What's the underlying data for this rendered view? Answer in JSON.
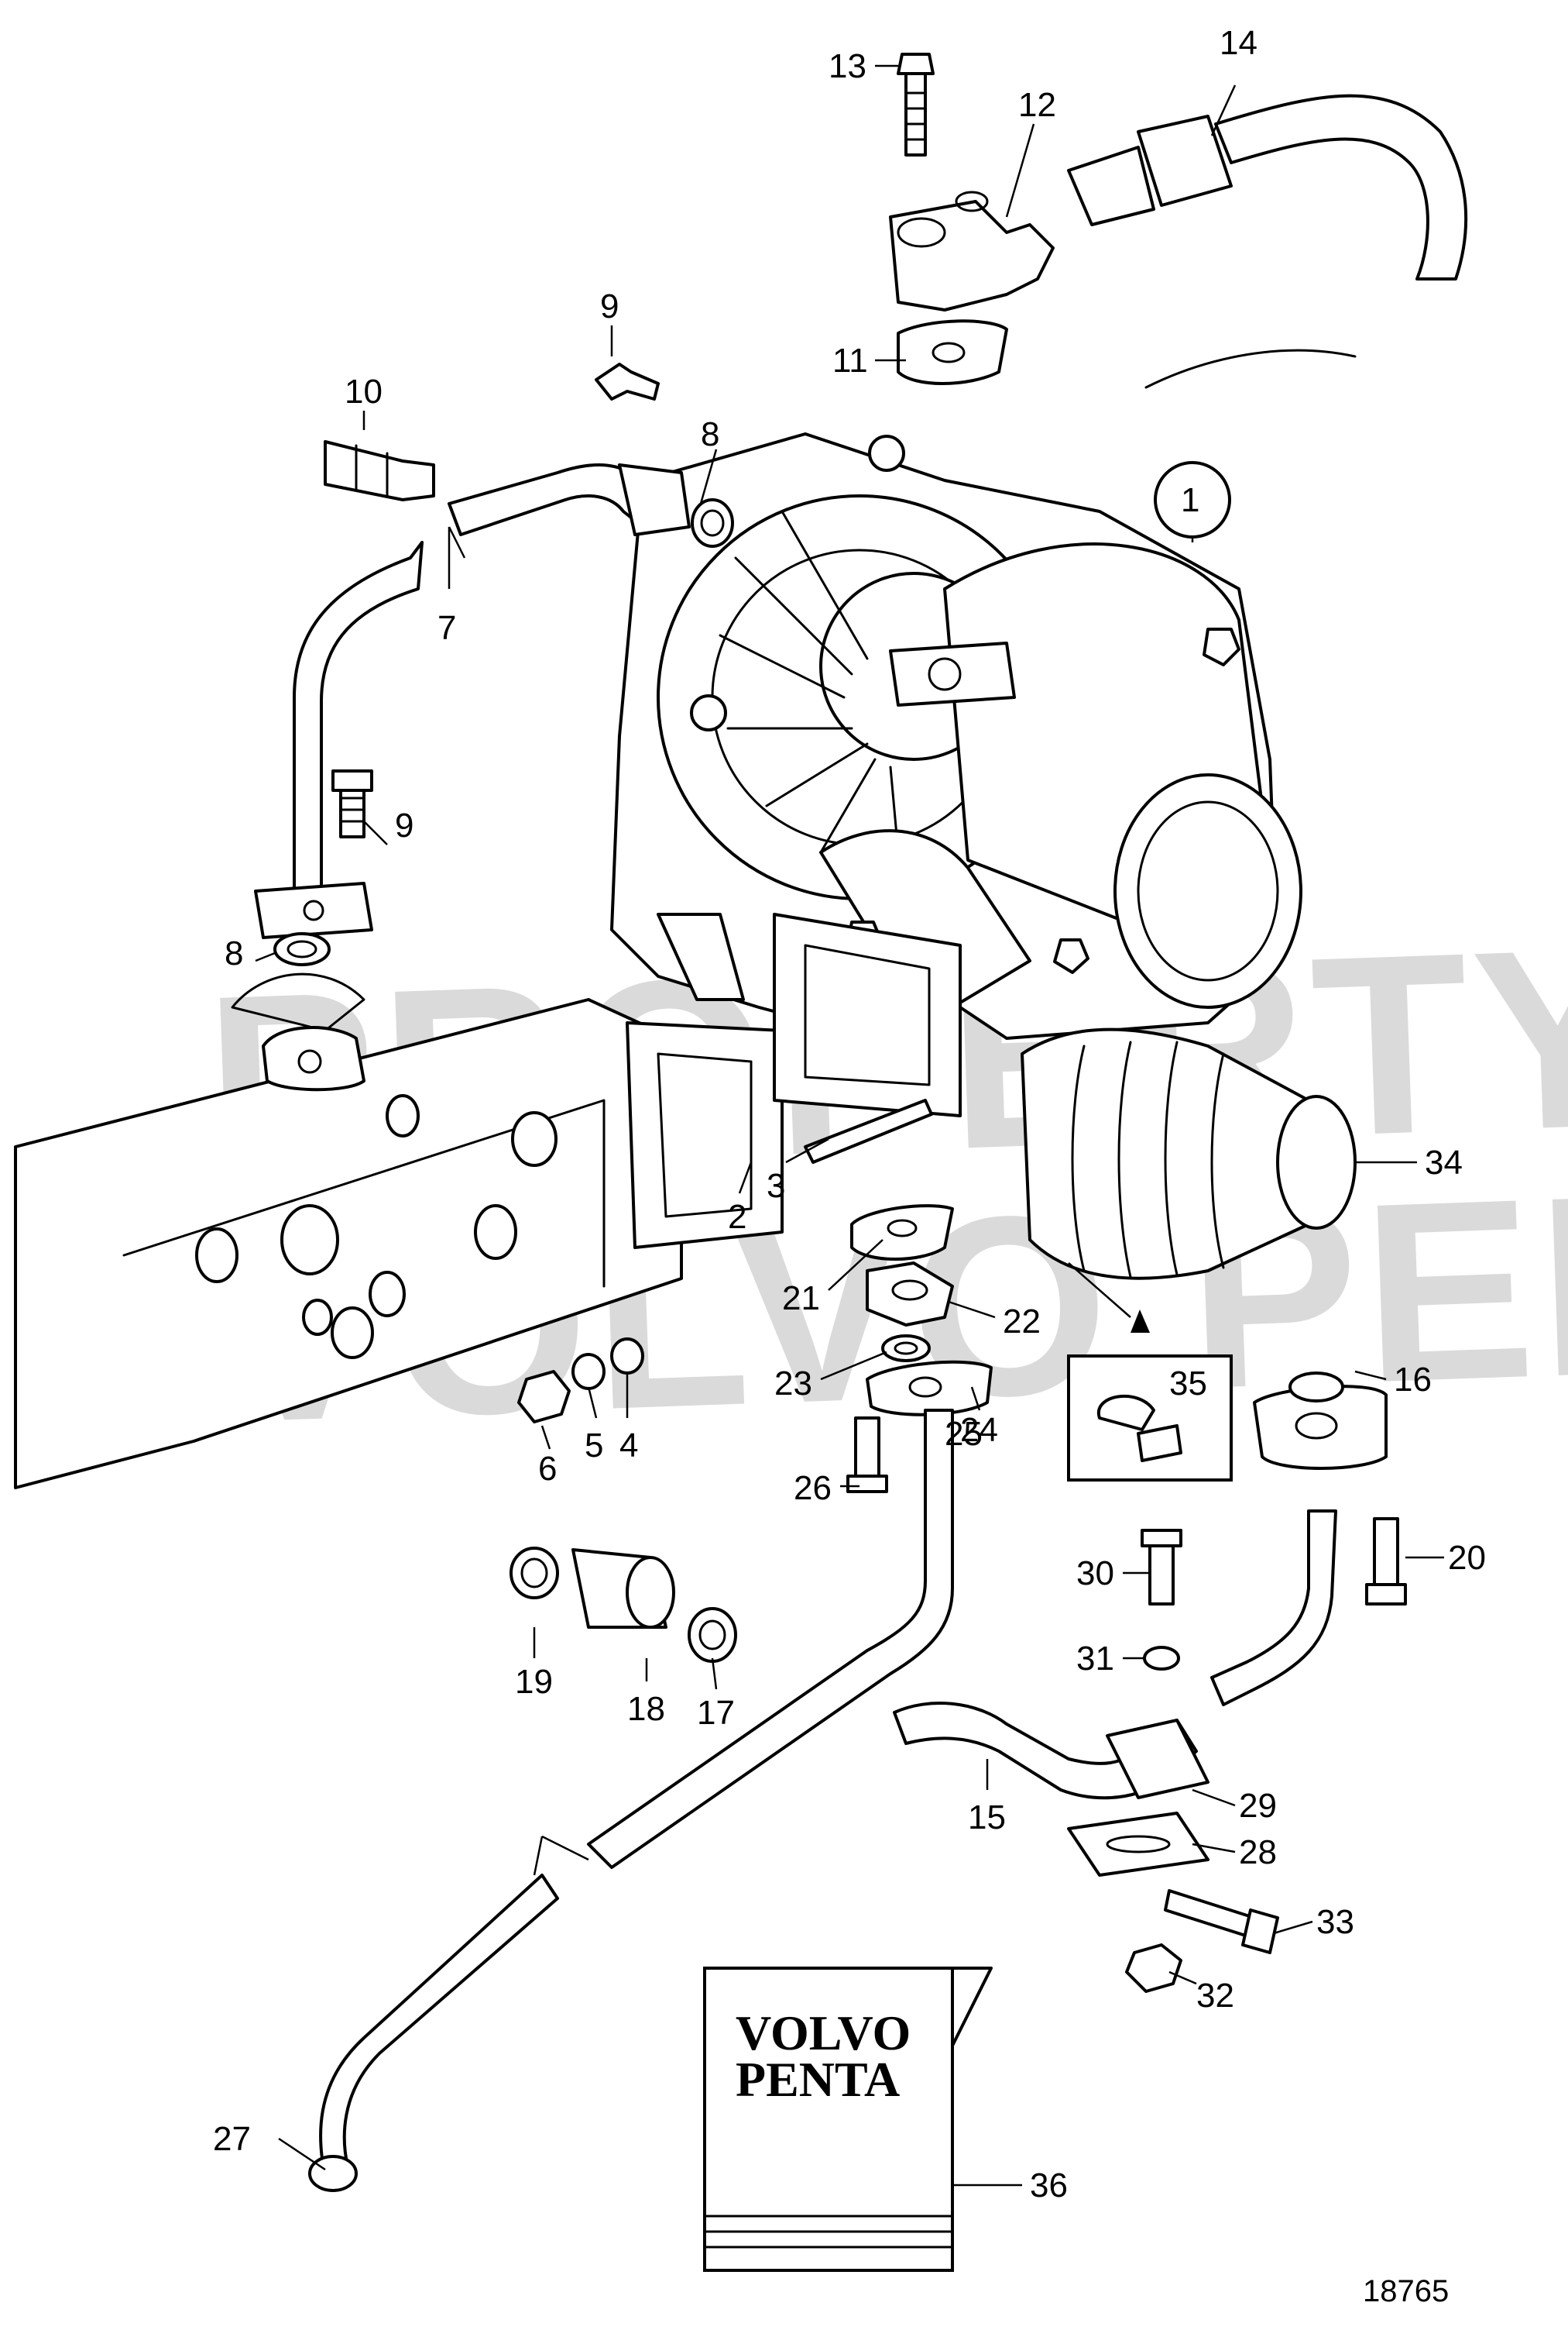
{
  "watermark": {
    "line1": "PROPERTY OF",
    "line2": "VOLVO PENTA"
  },
  "callouts": [
    {
      "id": "c1",
      "label": "1"
    },
    {
      "id": "c2",
      "label": "2"
    },
    {
      "id": "c3",
      "label": "3"
    },
    {
      "id": "c4",
      "label": "4"
    },
    {
      "id": "c5",
      "label": "5"
    },
    {
      "id": "c6",
      "label": "6"
    },
    {
      "id": "c7",
      "label": "7"
    },
    {
      "id": "c8a",
      "label": "8"
    },
    {
      "id": "c8b",
      "label": "8"
    },
    {
      "id": "c9a",
      "label": "9"
    },
    {
      "id": "c9b",
      "label": "9"
    },
    {
      "id": "c10",
      "label": "10"
    },
    {
      "id": "c11",
      "label": "11"
    },
    {
      "id": "c12",
      "label": "12"
    },
    {
      "id": "c13",
      "label": "13"
    },
    {
      "id": "c14",
      "label": "14"
    },
    {
      "id": "c15",
      "label": "15"
    },
    {
      "id": "c16",
      "label": "16"
    },
    {
      "id": "c17",
      "label": "17"
    },
    {
      "id": "c18",
      "label": "18"
    },
    {
      "id": "c19",
      "label": "19"
    },
    {
      "id": "c20",
      "label": "20"
    },
    {
      "id": "c21",
      "label": "21"
    },
    {
      "id": "c22",
      "label": "22"
    },
    {
      "id": "c23",
      "label": "23"
    },
    {
      "id": "c24",
      "label": "24"
    },
    {
      "id": "c25",
      "label": "25"
    },
    {
      "id": "c26",
      "label": "26"
    },
    {
      "id": "c27",
      "label": "27"
    },
    {
      "id": "c28",
      "label": "28"
    },
    {
      "id": "c29",
      "label": "29"
    },
    {
      "id": "c30",
      "label": "30"
    },
    {
      "id": "c31",
      "label": "31"
    },
    {
      "id": "c32",
      "label": "32"
    },
    {
      "id": "c33",
      "label": "33"
    },
    {
      "id": "c34",
      "label": "34"
    },
    {
      "id": "c35",
      "label": "35"
    },
    {
      "id": "c36",
      "label": "36"
    }
  ],
  "kit": {
    "brand_line1": "VOLVO",
    "brand_line2": "PENTA"
  },
  "figure_number": "18765"
}
